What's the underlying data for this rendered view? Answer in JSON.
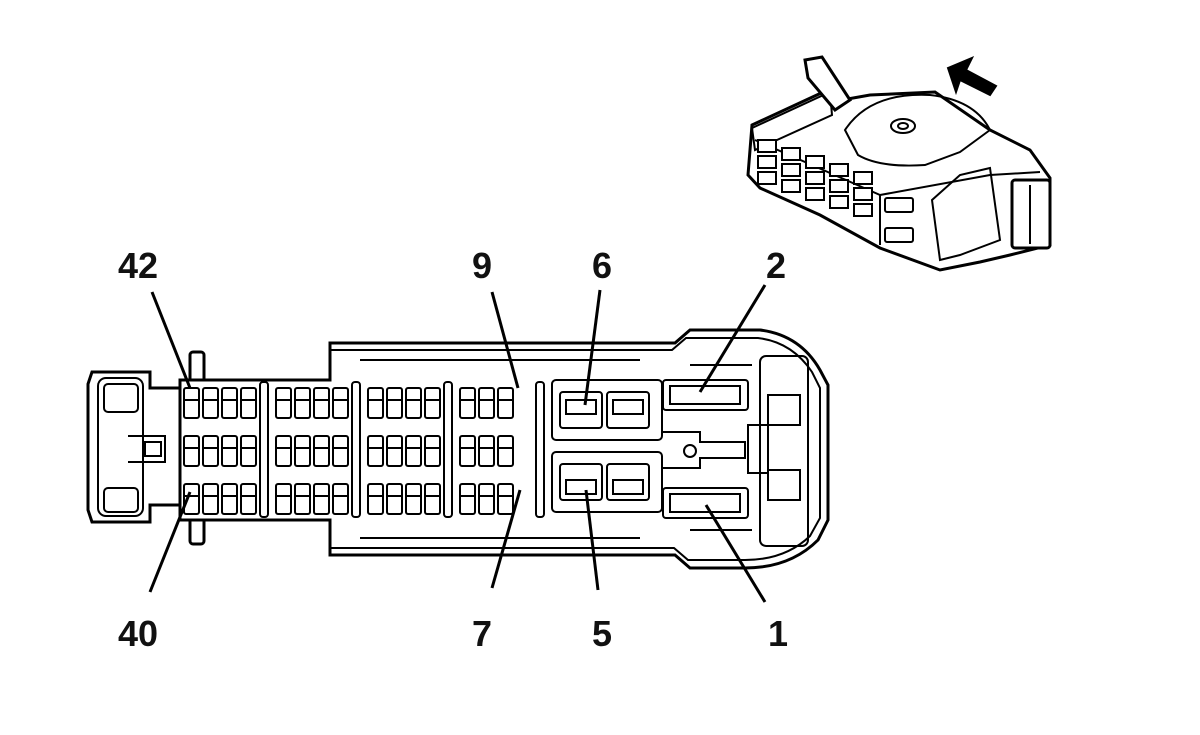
{
  "pin_labels": {
    "p42": "42",
    "p40": "40",
    "p9": "9",
    "p7": "7",
    "p6": "6",
    "p5": "5",
    "p2": "2",
    "p1": "1"
  },
  "colors": {
    "line": "#000000",
    "background": "#ffffff"
  },
  "icons": {
    "direction": "arrow-up-left-icon"
  }
}
